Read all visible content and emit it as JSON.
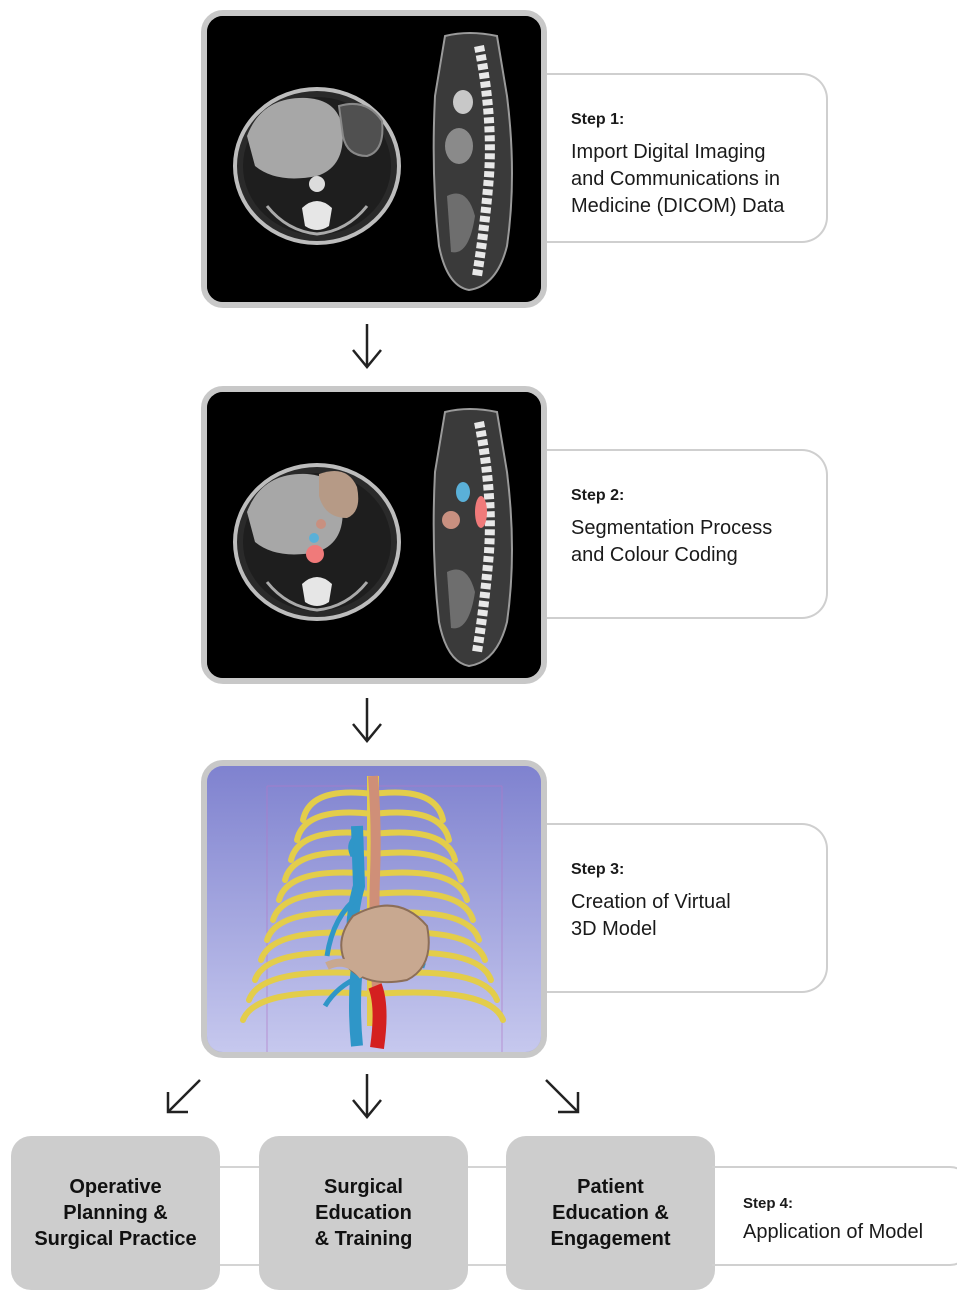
{
  "steps": [
    {
      "label": "Step 1:",
      "description": "Import Digital Imaging\nand Communications in\nMedicine (DICOM) Data"
    },
    {
      "label": "Step 2:",
      "description": "Segmentation Process\nand Colour Coding"
    },
    {
      "label": "Step 3:",
      "description": "Creation of Virtual\n3D Model"
    },
    {
      "label": "Step 4:",
      "description": "Application of Model"
    }
  ],
  "applications": [
    {
      "label": "Operative\nPlanning &\nSurgical Practice"
    },
    {
      "label": "Surgical\nEducation\n& Training"
    },
    {
      "label": "Patient\nEducation &\nEngagement"
    }
  ],
  "images": {
    "step1": "ct-scan-axial-sagittal-grayscale",
    "step2": "ct-scan-segmented-colour-coded",
    "step3": "virtual-3d-thoracic-model"
  },
  "colors": {
    "frame": "#c8c8c8",
    "box_fill": "#cdcdcd",
    "callout_border": "#cfcfcf",
    "model_background": "#9d9fd8",
    "ribs": "#e3cd4a",
    "veins": "#2f96c8",
    "arteries": "#d42020",
    "esophagus": "#cf8f78",
    "stomach": "#c8a890"
  }
}
